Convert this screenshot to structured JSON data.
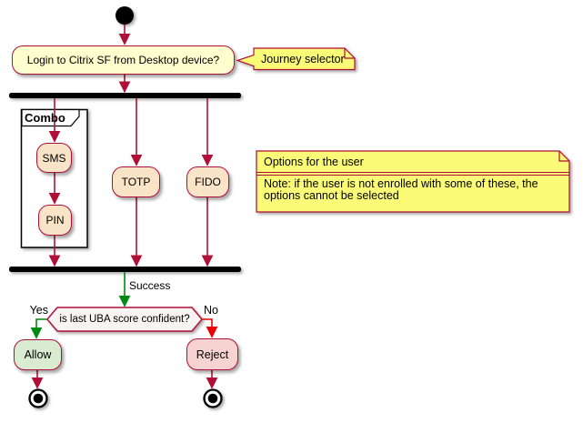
{
  "nodes": {
    "login": {
      "label": "Login to Citrix SF from Desktop device?"
    },
    "sms": {
      "label": "SMS"
    },
    "pin": {
      "label": "PIN"
    },
    "totp": {
      "label": "TOTP"
    },
    "fido": {
      "label": "FIDO"
    },
    "allow": {
      "label": "Allow"
    },
    "reject": {
      "label": "Reject"
    }
  },
  "partition": {
    "label": "Combo"
  },
  "notes": {
    "journey": {
      "text": "Journey selector"
    },
    "options": {
      "title": "Options for the user",
      "body": "Note: if the user is not enrolled with some of these, the options cannot be selected"
    }
  },
  "decision": {
    "question": "is last UBA score confident?",
    "yes": "Yes",
    "no": "No"
  },
  "edges": {
    "success_label": "Success"
  },
  "colors": {
    "activity_border": "#b01038",
    "activity_fill": "#fefece",
    "option_fill": "#fae4c8",
    "allow_fill": "#d9ebd0",
    "reject_fill": "#f6d3d1",
    "note_fill": "#fbfb77",
    "decision_fill": "#f8f4f4",
    "success_arrow": "#008a12",
    "reject_arrow": "#ee0000",
    "bar_color": "#000000"
  }
}
